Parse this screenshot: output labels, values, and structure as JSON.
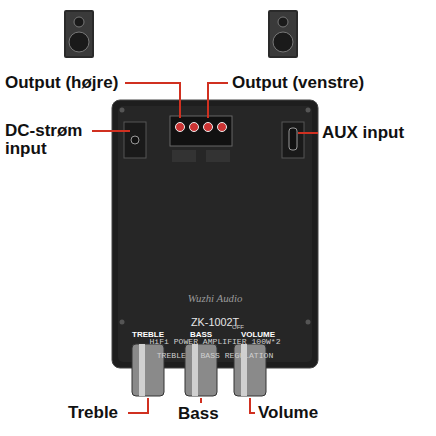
{
  "diagram": {
    "nodes": [
      {
        "text": [
          "Wuzhi Audio",
          "ZK-1002T",
          "HiFi POWER AMPLIFIER 100W*2",
          "TREBLE - BASS REGULATION",
          "TREBLE",
          "BASS",
          "OFF",
          "VOLUME"
        ]
      }
    ],
    "labels": [
      "Output (højre)",
      "Output (venstre)",
      "DC-strøm input",
      "AUX input",
      "Treble",
      "Bass",
      "Volume"
    ]
  }
}
